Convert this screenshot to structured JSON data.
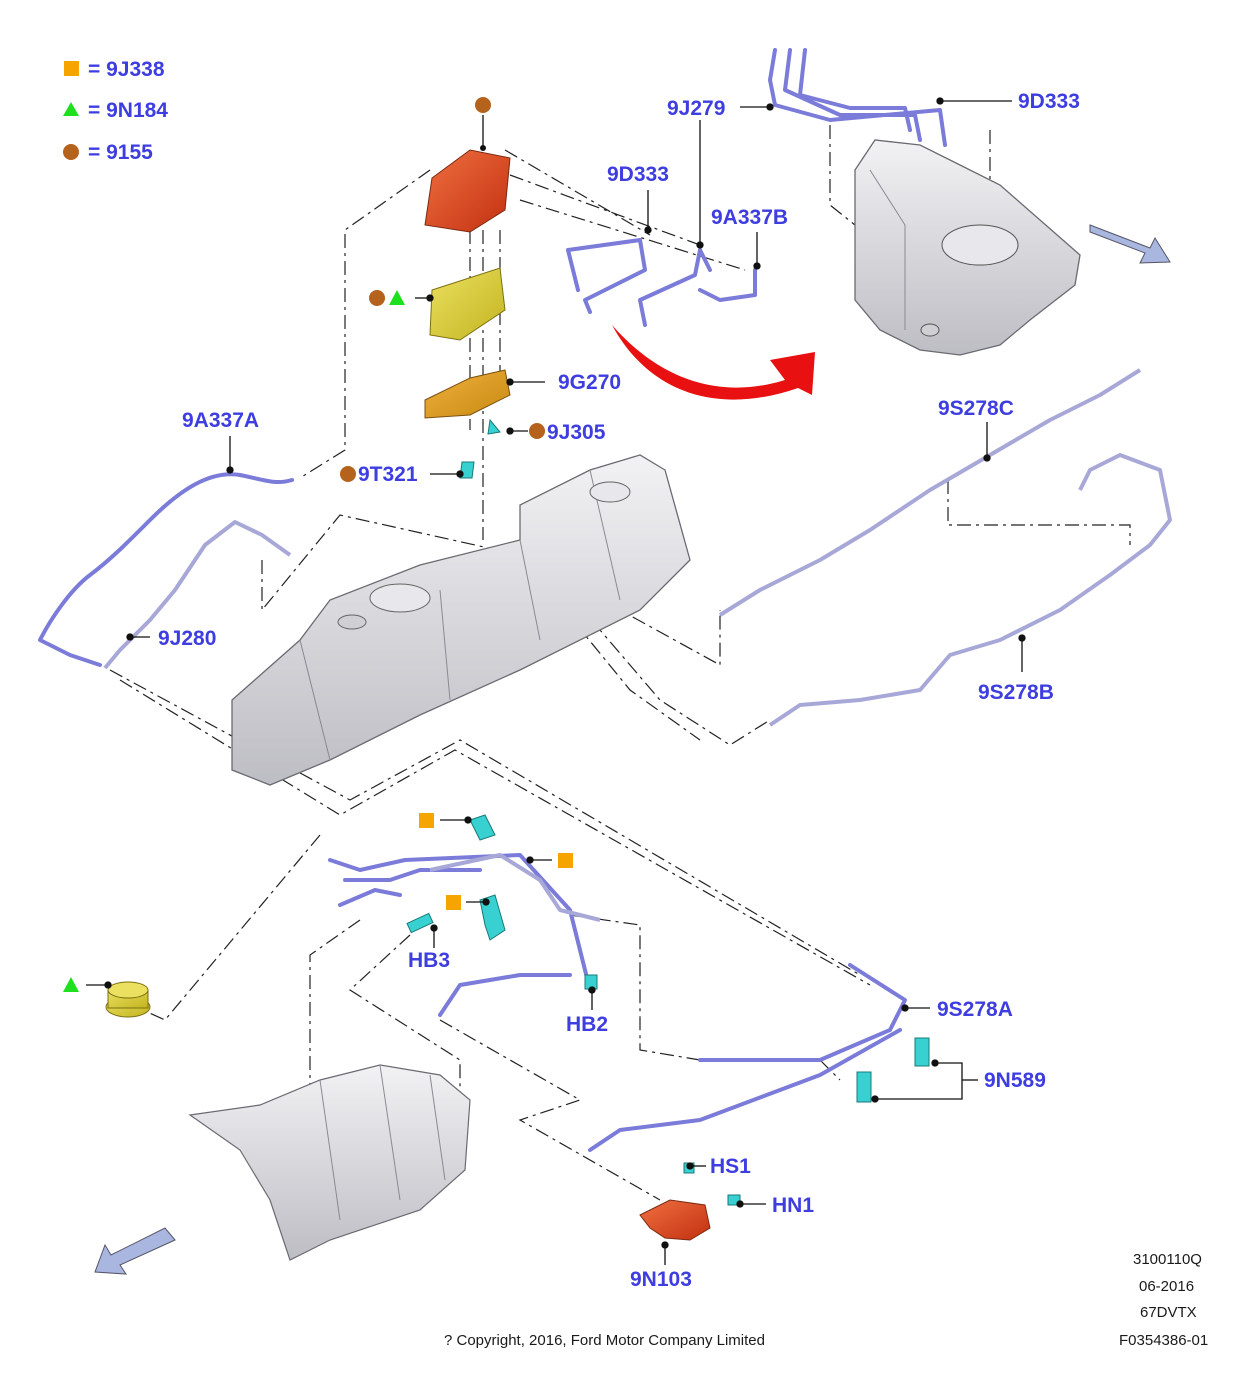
{
  "legend": [
    {
      "symbol": "square",
      "color": "#f5a400",
      "label": "= 9J338"
    },
    {
      "symbol": "triangle",
      "color": "#1ee01e",
      "label": "= 9N184"
    },
    {
      "symbol": "circle",
      "color": "#b4621c",
      "label": "= 9155"
    }
  ],
  "callouts": {
    "c9D333_top": "9D333",
    "c9J279": "9J279",
    "c9D333_mid": "9D333",
    "c9A337B": "9A337B",
    "c9G270": "9G270",
    "c9J305": "9J305",
    "c9T321": "9T321",
    "c9A337A": "9A337A",
    "c9J280": "9J280",
    "c9S278C": "9S278C",
    "c9S278B": "9S278B",
    "cHB3": "HB3",
    "cHB2": "HB2",
    "c9S278A": "9S278A",
    "c9N589": "9N589",
    "cHS1": "HS1",
    "cHN1": "HN1",
    "c9N103": "9N103"
  },
  "footer": {
    "code": "3100110Q",
    "date": "06-2016",
    "model": "67DVTX",
    "copyright": "? Copyright, 2016, Ford Motor Company Limited",
    "figure_id": "F0354386-01"
  },
  "colors": {
    "callout_text": "#3d3de0",
    "line_purple": "#7b7bd9",
    "teal_part": "#38d0d0",
    "red_part": "#d9421c",
    "yellow_part": "#d9cf3a",
    "tank_grey": "#d6d6da",
    "arrow_red": "#e81010",
    "arrow_blue": "#a8b6e0"
  }
}
